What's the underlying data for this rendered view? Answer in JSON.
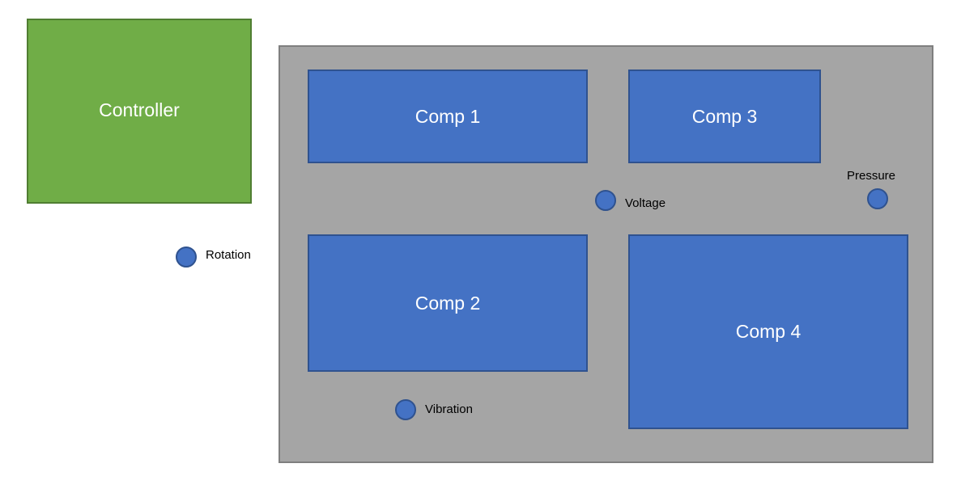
{
  "controller": {
    "label": "Controller"
  },
  "components": {
    "comp1": "Comp 1",
    "comp2": "Comp 2",
    "comp3": "Comp 3",
    "comp4": "Comp 4"
  },
  "sensors": {
    "voltage": "Voltage",
    "pressure": "Pressure",
    "rotation": "Rotation",
    "vibration": "Vibration"
  },
  "colors": {
    "controller_fill": "#70ad47",
    "enclosure_fill": "#a5a5a5",
    "component_fill": "#4472c4",
    "sensor_fill": "#4472c4"
  }
}
